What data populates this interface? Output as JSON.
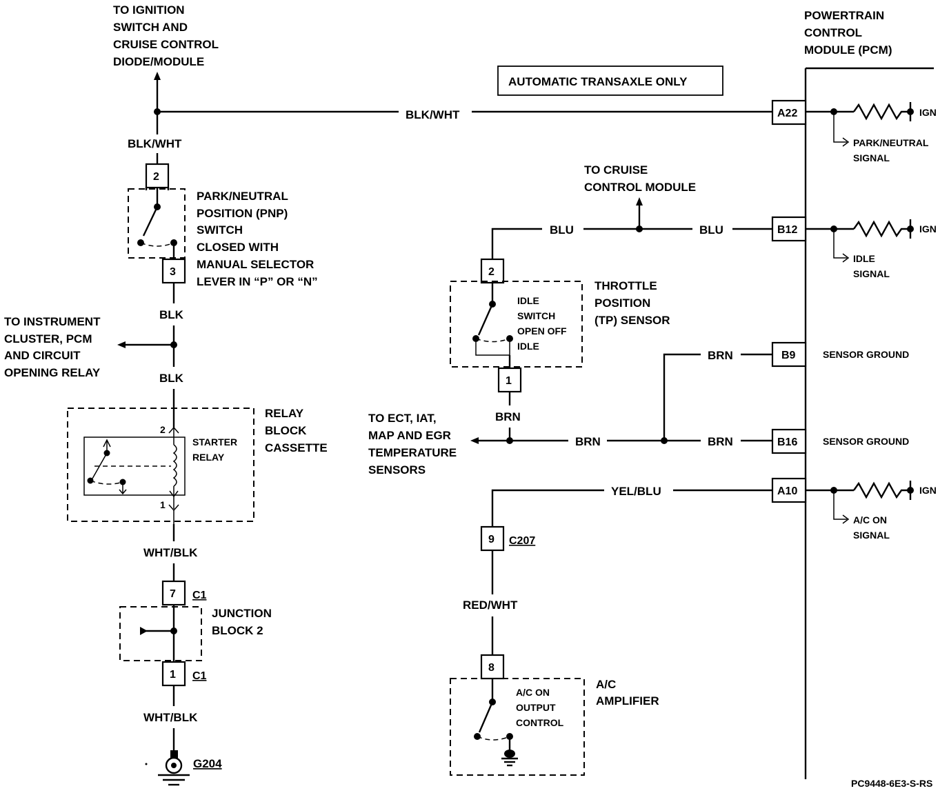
{
  "diagram": {
    "top_left_note": [
      "TO IGNITION",
      "SWITCH AND",
      "CRUISE CONTROL",
      "DIODE/MODULE"
    ],
    "pcm_title": [
      "POWERTRAIN",
      "CONTROL",
      "MODULE (PCM)"
    ],
    "banner": "AUTOMATIC TRANSAXLE ONLY",
    "wires": {
      "blk_wht_top": "BLK/WHT",
      "blk_wht_vert": "BLK/WHT",
      "blk_upper": "BLK",
      "blk_lower": "BLK",
      "wht_blk_upper": "WHT/BLK",
      "wht_blk_lower": "WHT/BLK",
      "blu_left": "BLU",
      "blu_right": "BLU",
      "brn_tp": "BRN",
      "brn_mid": "BRN",
      "brn_b9": "BRN",
      "brn_b16": "BRN",
      "yel_blu": "YEL/BLU",
      "red_wht": "RED/WHT"
    },
    "pnp_switch": {
      "pin_top": "2",
      "pin_bottom": "3",
      "label": [
        "PARK/NEUTRAL",
        "POSITION (PNP)",
        "SWITCH",
        "CLOSED WITH",
        "MANUAL SELECTOR",
        "LEVER IN “P” OR “N”"
      ]
    },
    "instrument_note": [
      "TO INSTRUMENT",
      "CLUSTER, PCM",
      "AND CIRCUIT",
      "OPENING RELAY"
    ],
    "relay_block": {
      "label": [
        "RELAY",
        "BLOCK",
        "CASSETTE"
      ],
      "relay_label": [
        "STARTER",
        "RELAY"
      ],
      "pin_top": "2",
      "pin_bottom": "1"
    },
    "junction_block": {
      "pin_top": "7",
      "pin_bottom": "1",
      "connector_top": "C1",
      "connector_bottom": "C1",
      "label": [
        "JUNCTION",
        "BLOCK 2"
      ]
    },
    "ground": "G204",
    "cruise_note": [
      "TO CRUISE",
      "CONTROL MODULE"
    ],
    "tp_sensor": {
      "pin_top": "2",
      "pin_bottom": "1",
      "inner": [
        "IDLE",
        "SWITCH",
        "OPEN OFF",
        "IDLE"
      ],
      "label": [
        "THROTTLE",
        "POSITION",
        "(TP) SENSOR"
      ]
    },
    "sensors_note": [
      "TO ECT, IAT,",
      "MAP AND EGR",
      "TEMPERATURE",
      "SENSORS"
    ],
    "ac_amp": {
      "pin_upper": "9",
      "connector": "C207",
      "pin_lower": "8",
      "inner": [
        "A/C ON",
        "OUTPUT",
        "CONTROL"
      ],
      "label": [
        "A/C",
        "AMPLIFIER"
      ]
    },
    "pcm_pins": {
      "a22": "A22",
      "b12": "B12",
      "b9": "B9",
      "b16": "B16",
      "a10": "A10"
    },
    "pcm_signals": {
      "ign": "IGN",
      "park_neutral": [
        "PARK/NEUTRAL",
        "SIGNAL"
      ],
      "idle": [
        "IDLE",
        "SIGNAL"
      ],
      "ac_on": [
        "A/C ON",
        "SIGNAL"
      ],
      "sensor_ground_b9": "SENSOR GROUND",
      "sensor_ground_b16": "SENSOR GROUND"
    },
    "figure_code": "PC9448-6E3-S-RS"
  }
}
